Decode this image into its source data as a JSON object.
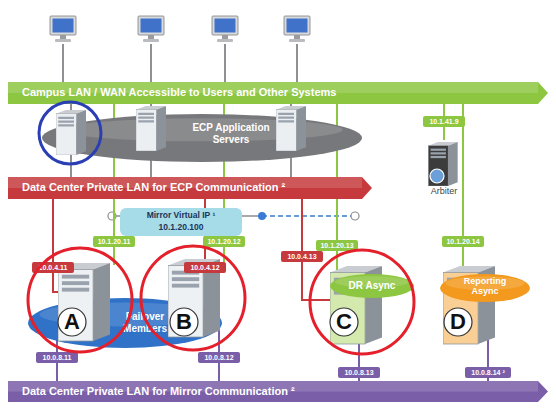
{
  "diagram": {
    "nodes": [
      {
        "text": [
          "Campus LAN / WAN Accessible to Users and Other Systems"
        ]
      },
      {
        "text": [
          "ECP Application Servers"
        ]
      },
      {
        "text": [
          "10.1.41.9"
        ]
      },
      {
        "text": [
          "Arbiter"
        ]
      },
      {
        "text": [
          "Data Center Private LAN for ECP Communication ²"
        ]
      },
      {
        "text": [
          "Mirror Virtual IP ¹",
          "10.1.20.100"
        ]
      },
      {
        "text": [
          "10.1.20.11"
        ]
      },
      {
        "text": [
          "10.1.20.12"
        ]
      },
      {
        "text": [
          "10.1.20.13"
        ]
      },
      {
        "text": [
          "10.1.20.14"
        ]
      },
      {
        "text": [
          "10.0.4.11"
        ]
      },
      {
        "text": [
          "10.0.4.12"
        ]
      },
      {
        "text": [
          "10.0.4.13"
        ]
      },
      {
        "text": [
          "Failover Members"
        ]
      },
      {
        "text": [
          "A"
        ],
        "in": 13
      },
      {
        "text": [
          "B"
        ],
        "in": 13
      },
      {
        "text": [
          "DR Async"
        ]
      },
      {
        "text": [
          "C"
        ]
      },
      {
        "text": [
          "Reporting Async"
        ]
      },
      {
        "text": [
          "D"
        ]
      },
      {
        "text": [
          "10.0.8.11"
        ]
      },
      {
        "text": [
          "10.0.8.12"
        ]
      },
      {
        "text": [
          "10.0.8.13"
        ]
      },
      {
        "text": [
          "10.0.8.14 ²"
        ]
      },
      {
        "text": [
          "Data Center Private LAN for Mirror Communication ²"
        ]
      }
    ],
    "edges": [
      {
        "from": 0,
        "to": 6,
        "arrow": "none"
      },
      {
        "from": 0,
        "to": 7,
        "arrow": "none"
      },
      {
        "from": 0,
        "to": 8,
        "arrow": "none"
      },
      {
        "from": 0,
        "to": 9,
        "arrow": "none"
      },
      {
        "from": 0,
        "to": 2,
        "arrow": "none"
      },
      {
        "from": 2,
        "to": 3,
        "arrow": "none"
      },
      {
        "from": 4,
        "to": 10,
        "arrow": "none"
      },
      {
        "from": 4,
        "to": 11,
        "arrow": "none"
      },
      {
        "from": 4,
        "to": 12,
        "arrow": "none"
      },
      {
        "from": 20,
        "to": 24,
        "arrow": "none"
      },
      {
        "from": 21,
        "to": 24,
        "arrow": "none"
      },
      {
        "from": 22,
        "to": 24,
        "arrow": "none"
      },
      {
        "from": 23,
        "to": 24,
        "arrow": "none"
      }
    ]
  }
}
